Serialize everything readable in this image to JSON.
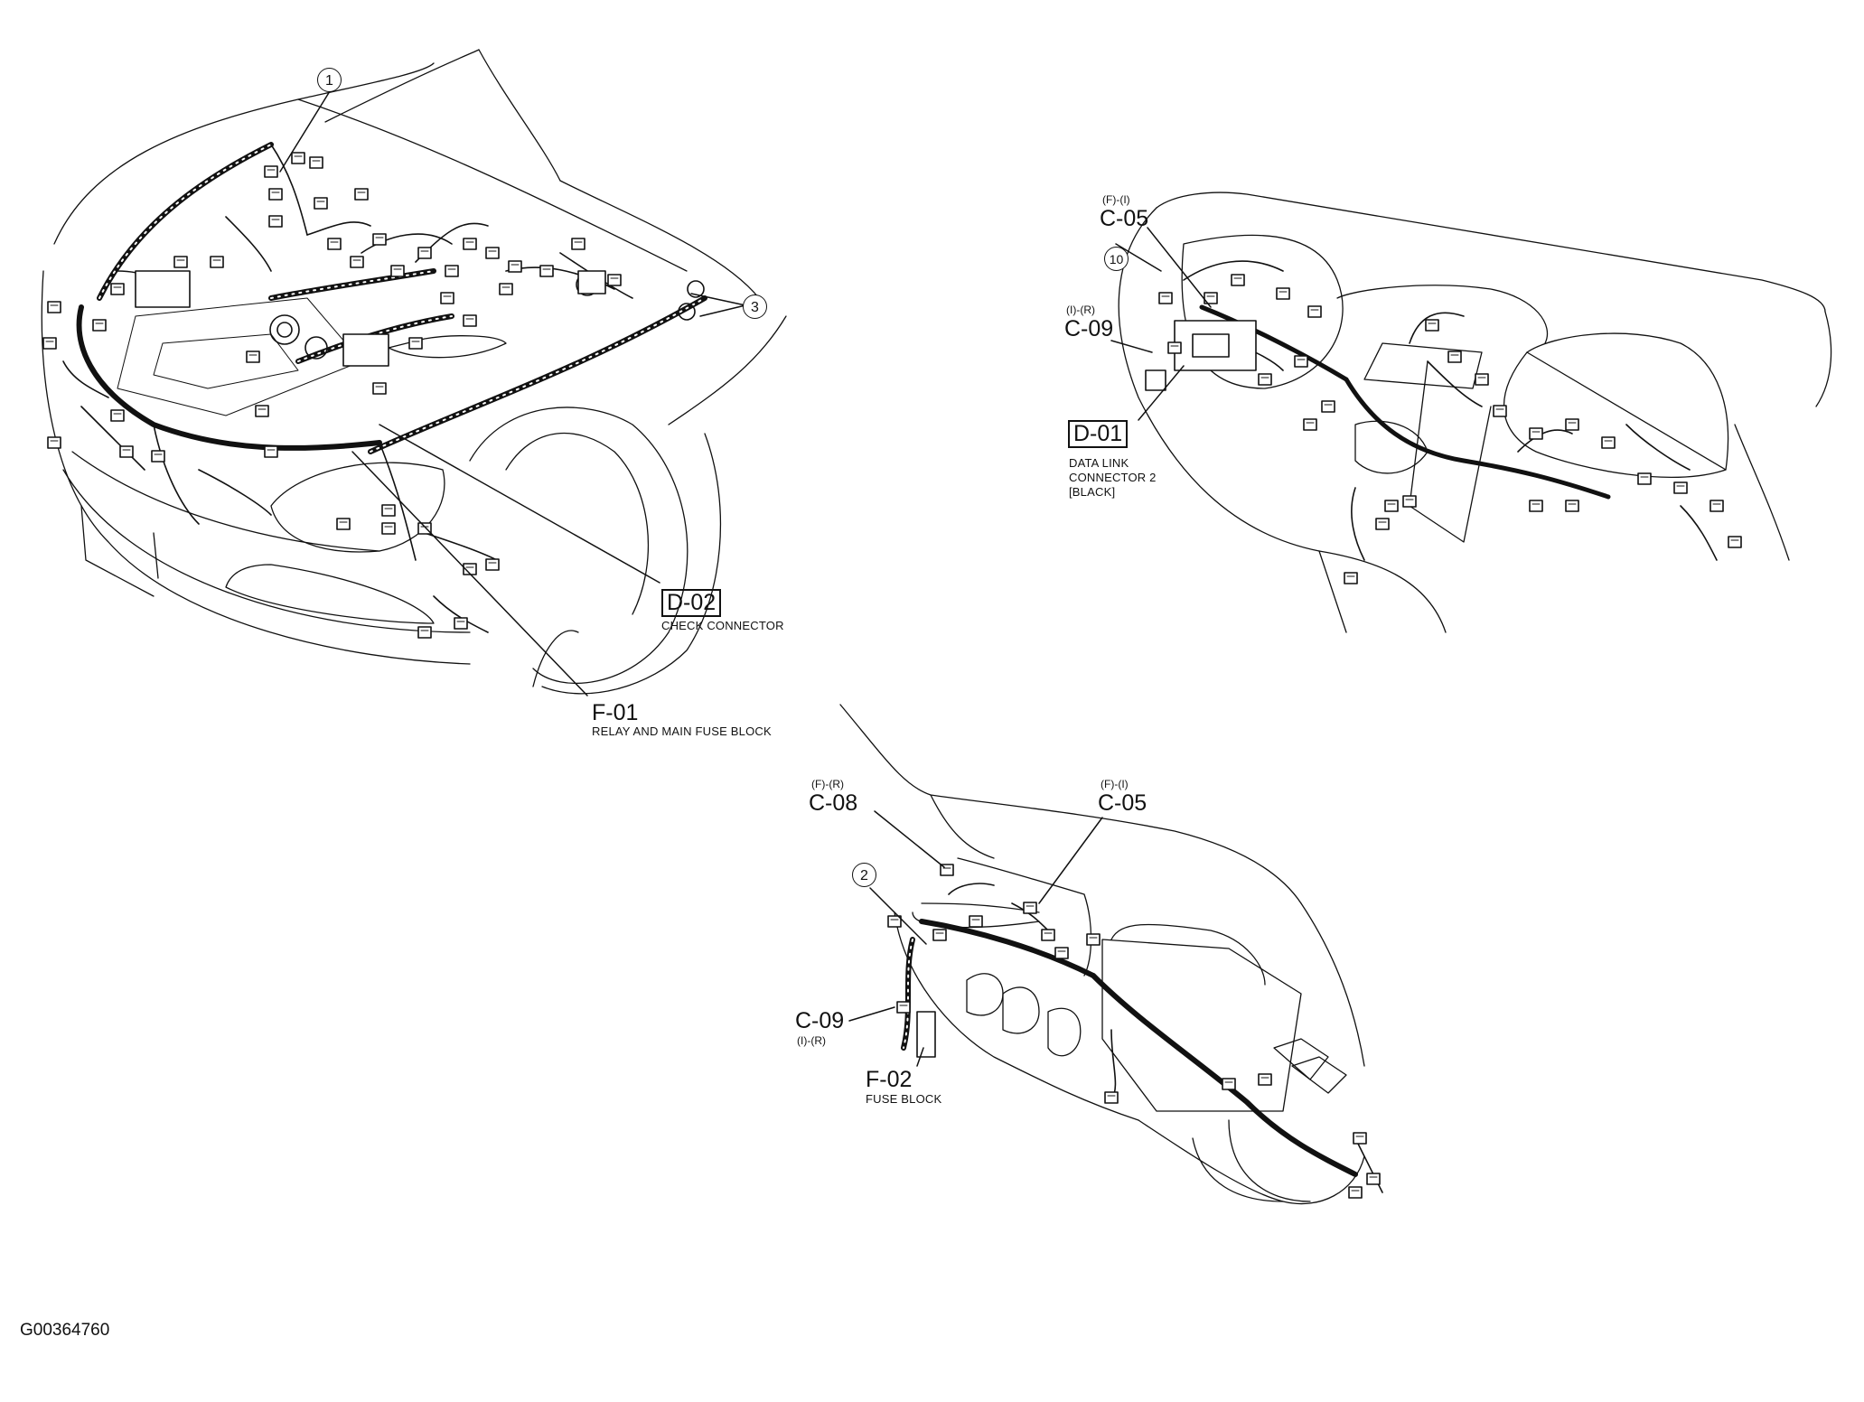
{
  "callouts": {
    "c1": "1",
    "c2": "2",
    "c3": "3",
    "c10": "10"
  },
  "engine_bay": {
    "d02": {
      "code": "D-02",
      "name": "CHECK CONNECTOR"
    },
    "f01": {
      "code": "F-01",
      "name": "RELAY AND MAIN FUSE BLOCK"
    }
  },
  "dashboard": {
    "c05": {
      "sub": "(F)-(I)",
      "code": "C-05"
    },
    "c09": {
      "sub": "(I)-(R)",
      "code": "C-09"
    },
    "d01": {
      "code": "D-01",
      "name_line1": "DATA LINK",
      "name_line2": "CONNECTOR 2",
      "name_line3": "[BLACK]"
    }
  },
  "footwell": {
    "c08": {
      "sub": "(F)-(R)",
      "code": "C-08"
    },
    "c05": {
      "sub": "(F)-(I)",
      "code": "C-05"
    },
    "c09": {
      "code": "C-09",
      "sub": "(I)-(R)"
    },
    "f02": {
      "code": "F-02",
      "name": "FUSE BLOCK"
    }
  },
  "reference_code": "G00364760"
}
